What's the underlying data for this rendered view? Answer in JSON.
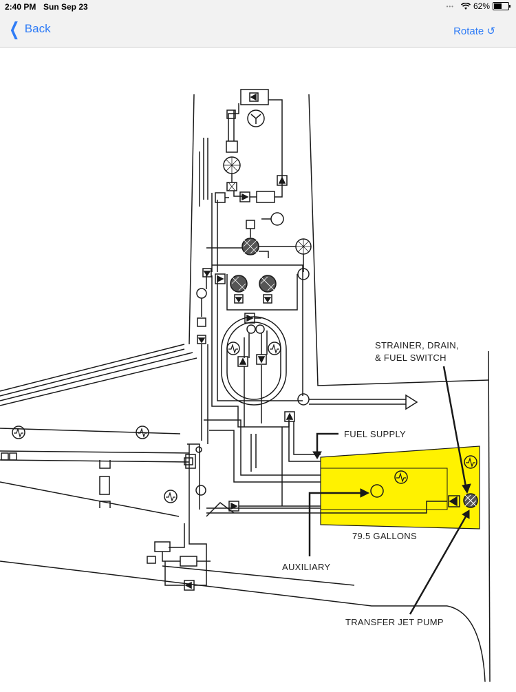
{
  "status": {
    "time": "2:40 PM",
    "date": "Sun Sep 23",
    "battery": "62%",
    "battery_level": 0.62
  },
  "nav": {
    "back_label": "Back",
    "rotate_label": "Rotate ↺"
  },
  "diagram": {
    "labels": {
      "strainer_line1": "STRAINER, DRAIN,",
      "strainer_line2": "& FUEL SWITCH",
      "fuel_supply": "FUEL SUPPLY",
      "gallons": "79.5 GALLONS",
      "auxiliary": "AUXILIARY",
      "transfer": "TRANSFER JET PUMP"
    },
    "colors": {
      "tank_fill": "#fff200",
      "line": "#1a1a1a"
    }
  }
}
